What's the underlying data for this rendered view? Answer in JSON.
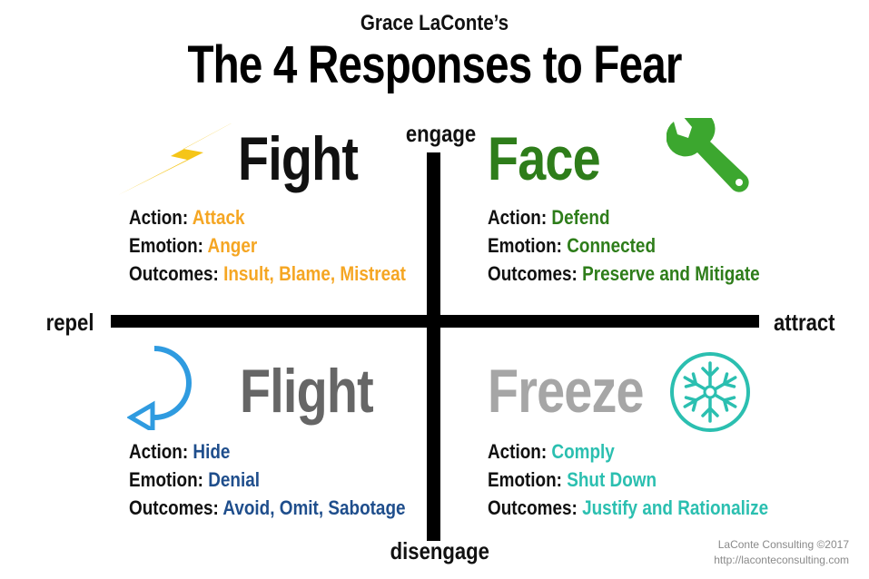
{
  "header": {
    "subtitle": "Grace LaConte’s",
    "title": "The 4 Responses to Fear"
  },
  "axes": {
    "top": "engage",
    "bottom": "disengage",
    "left": "repel",
    "right": "attract"
  },
  "quadrants": {
    "fight": {
      "title": "Fight",
      "color": "#111111",
      "accent": "#F5A623",
      "icon": "lightning-bolt-icon",
      "action_key": "Action:",
      "action": "Attack",
      "emotion_key": "Emotion:",
      "emotion": "Anger",
      "outcomes_key": "Outcomes:",
      "outcomes": "Insult, Blame, Mistreat"
    },
    "face": {
      "title": "Face",
      "color": "#2E7D1A",
      "accent": "#2E7D1A",
      "icon": "wrench-icon",
      "action_key": "Action:",
      "action": "Defend",
      "emotion_key": "Emotion:",
      "emotion": "Connected",
      "outcomes_key": "Outcomes:",
      "outcomes": "Preserve and Mitigate"
    },
    "flight": {
      "title": "Flight",
      "color": "#666666",
      "accent": "#1F4E8C",
      "icon": "u-turn-arrow-icon",
      "action_key": "Action:",
      "action": "Hide",
      "emotion_key": "Emotion:",
      "emotion": "Denial",
      "outcomes_key": "Outcomes:",
      "outcomes": "Avoid, Omit, Sabotage"
    },
    "freeze": {
      "title": "Freeze",
      "color": "#A6A6A6",
      "accent": "#2BBFB0",
      "icon": "snowflake-icon",
      "action_key": "Action:",
      "action": "Comply",
      "emotion_key": "Emotion:",
      "emotion": "Shut Down",
      "outcomes_key": "Outcomes:",
      "outcomes": "Justify and Rationalize"
    }
  },
  "footer": {
    "copyright": "LaConte Consulting ©2017",
    "url": "http://laconteconsulting.com"
  }
}
